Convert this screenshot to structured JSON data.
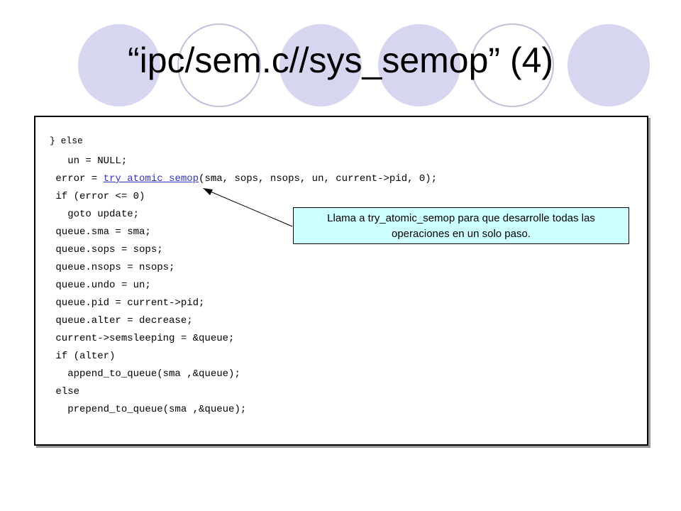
{
  "slide": {
    "title": "“ipc/sem.c//sys_semop” (4)",
    "code": {
      "lines": [
        "} else",
        "   un = NULL;",
        " error = ",
        " if (error <= 0)",
        "   goto update;",
        " queue.sma = sma;",
        " queue.sops = sops;",
        " queue.nsops = nsops;",
        " queue.undo = un;",
        " queue.pid = current->pid;",
        " queue.alter = decrease;",
        " current->semsleeping = &queue;",
        " if (alter)",
        "   append_to_queue(sma ,&queue);",
        " else",
        "   prepend_to_queue(sma ,&queue);"
      ],
      "link_text": "try_atomic_semop",
      "line3_rest": "(sma, sops, nsops, un, current->pid, 0);"
    },
    "callout": {
      "text_line1": "Llama a try_atomic_semop para que desarrolle todas las",
      "text_line2": "operaciones en un solo paso."
    },
    "colors": {
      "circle_fill": "#d6d6f0",
      "circle_stroke": "#c0c0dc",
      "callout_bg": "#ccffff",
      "link": "#3333cc"
    }
  }
}
